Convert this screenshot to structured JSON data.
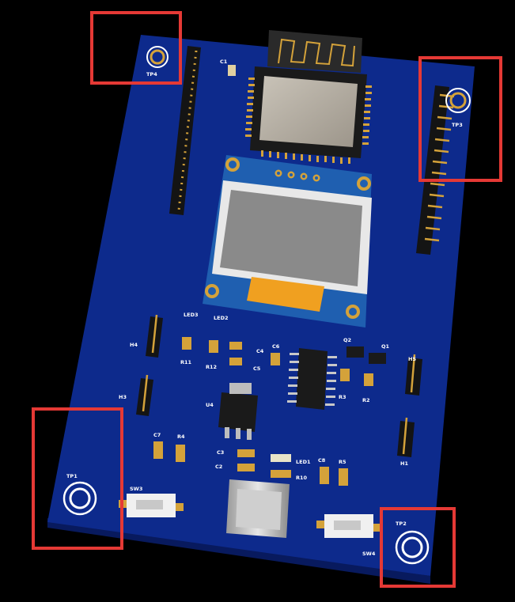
{
  "colors": {
    "background": "#000000",
    "pcb": "#0d2a8c",
    "pcb_edge": "#081a5e",
    "silkscreen": "#ffffff",
    "gold": "#d4a23a",
    "highlight_box": "#e53935",
    "oled_screen": "#8a8a8a",
    "oled_board": "#1f5fb0",
    "flex_cable": "#f0a020"
  },
  "labels": {
    "tp1": "TP1",
    "tp2": "TP2",
    "tp3": "TP3",
    "tp4": "TP4",
    "c1": "C1",
    "c2": "C2",
    "c3": "C3",
    "c4": "C4",
    "c5": "C5",
    "c6": "C6",
    "c7": "C7",
    "c8": "C8",
    "r2": "R2",
    "r3": "R3",
    "r4": "R4",
    "r5": "R5",
    "r10": "R10",
    "r11": "R11",
    "r12": "R12",
    "led1": "LED1",
    "led2": "LED2",
    "led3": "LED3",
    "q1": "Q1",
    "q2": "Q2",
    "h3": "H3",
    "h4": "H4",
    "h5": "H5",
    "u4": "U4",
    "sw3": "SW3",
    "sw4": "SW4",
    "h1": "H1"
  }
}
